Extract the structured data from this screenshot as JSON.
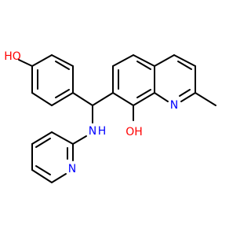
{
  "colors": {
    "bond": "#000000",
    "oxygen": "#ff0000",
    "nitrogen": "#0000ff",
    "background": "#ffffff"
  },
  "atoms": {
    "hydroxyl_phenol_label": "HO",
    "hydroxyl_quinoline_label": "OH",
    "quinoline_nitrogen_label": "N",
    "amine_label": "N",
    "amine_hydrogen_label": "H",
    "pyridine_nitrogen_label": "N"
  }
}
